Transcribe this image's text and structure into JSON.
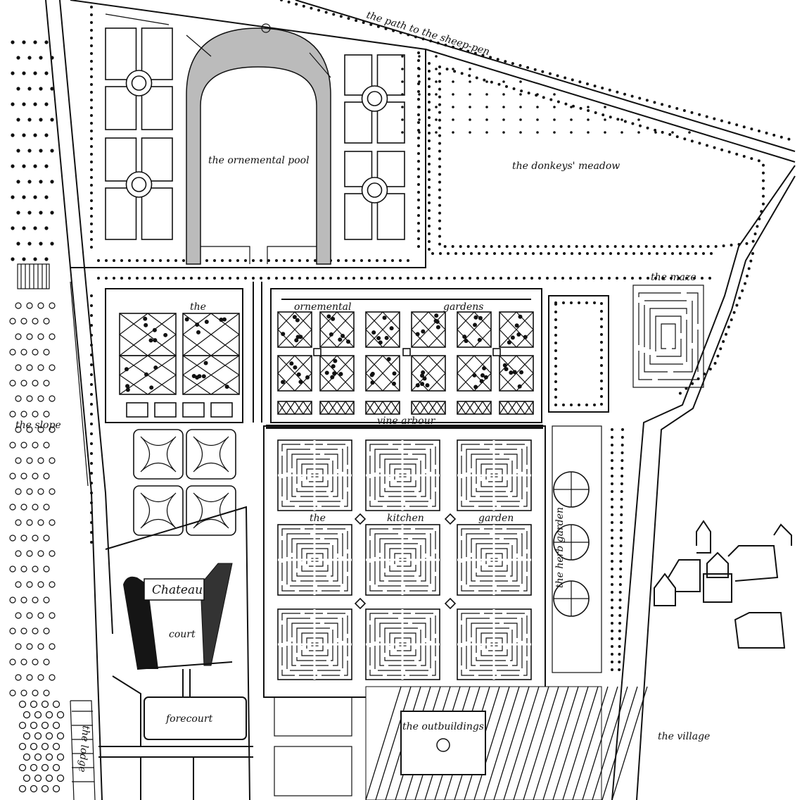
{
  "labels": {
    "sheep_path": "the path to the sheep-pen",
    "pool": "the ornemental pool",
    "meadow": "the donkeys' meadow",
    "maze": "the maze",
    "orn_the": "the",
    "orn_ornemental": "ornemental",
    "orn_gardens": "gardens",
    "vine": "vine arbour",
    "slope": "the slope",
    "kit_the": "the",
    "kit_kitchen": "kitchen",
    "kit_garden": "garden",
    "herb": "the herb garden",
    "chateau": "Chateau",
    "court": "court",
    "forecourt": "forecourt",
    "lodge": "the lodge",
    "outbuildings": "the outbuildings",
    "village": "the village"
  },
  "colors": {
    "ink": "#111111",
    "paper": "#ffffff"
  }
}
